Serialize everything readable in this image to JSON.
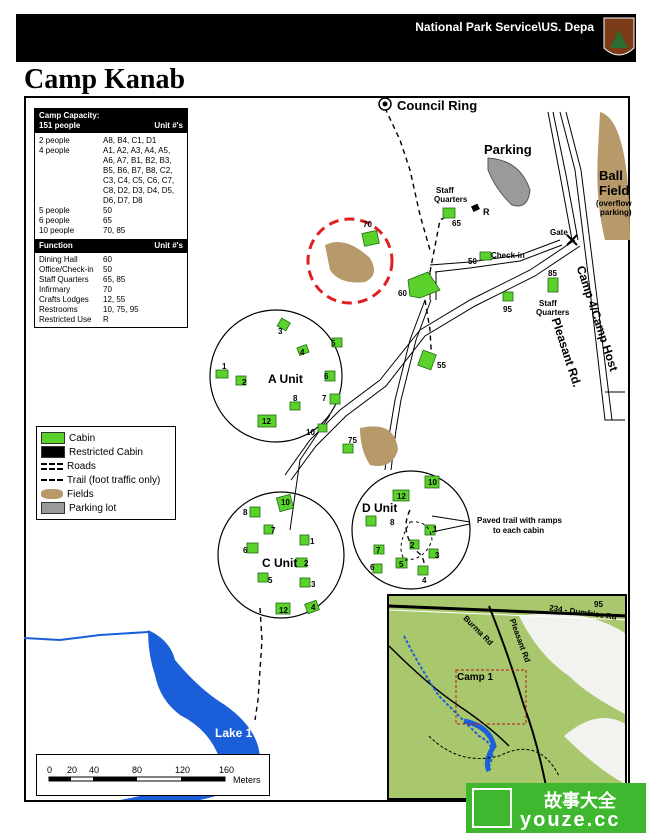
{
  "header": {
    "agency": "National Park Service\\US. Depa"
  },
  "title": "Camp Kanab",
  "capacity_table": {
    "header_left": "Camp Capacity:",
    "header_left2": "151 people",
    "header_right": "Unit #'s",
    "rows": [
      {
        "label": "2 people",
        "units": "A8, B4, C1, D1"
      },
      {
        "label": "4 people",
        "units": "A1, A2, A3, A4, A5, A6, A7, B1, B2, B3, B5, B6, B7, B8, C2, C3, C4, C5, C6, C7, C8, D2, D3, D4, D5, D6, D7, D8"
      },
      {
        "label": "5 people",
        "units": "50"
      },
      {
        "label": "6 people",
        "units": "65"
      },
      {
        "label": "10 people",
        "units": "70, 85"
      }
    ],
    "function_header": "Function",
    "function_units_header": "Unit #'s",
    "functions": [
      {
        "label": "Dining Hall",
        "units": "60"
      },
      {
        "label": "Office/Check-in",
        "units": "50"
      },
      {
        "label": "Staff Quarters",
        "units": "65, 85"
      },
      {
        "label": "Infirmary",
        "units": "70"
      },
      {
        "label": "Crafts Lodges",
        "units": "12, 55"
      },
      {
        "label": "Restrooms",
        "units": "10, 75, 95"
      },
      {
        "label": "Restricted Use",
        "units": "R"
      }
    ]
  },
  "legend": [
    {
      "label": "Cabin",
      "icon": "cabin-swatch",
      "color": "#5bd12c"
    },
    {
      "label": "Restricted Cabin",
      "icon": "restricted-swatch",
      "color": "#000000"
    },
    {
      "label": "Roads",
      "icon": "road-swatch"
    },
    {
      "label": "Trail (foot traffic only)",
      "icon": "trail-swatch"
    },
    {
      "label": "Fields",
      "icon": "field-swatch",
      "color": "#b89a6a"
    },
    {
      "label": "Parking lot",
      "icon": "parking-swatch",
      "color": "#9a9a9a"
    }
  ],
  "map_labels": {
    "council_ring": "Council Ring",
    "parking": "Parking",
    "ball_field": "Ball",
    "ball_field2": "Field",
    "overflow": "(overflow",
    "overflow2": "parking)",
    "staff_quarters_a": "Staff",
    "staff_quarters_a2": "Quarters",
    "staff_quarters_b": "Staff",
    "staff_quarters_b2": "Quarters",
    "check_in": "Check-in",
    "gate": "Gate",
    "pleasant_rd": "Pleasant Rd.",
    "camp4": "Camp 4/Camp Host",
    "a_unit": "A Unit",
    "c_unit": "C Unit",
    "d_unit": "D Unit",
    "paved_trail": "Paved trail with ramps",
    "paved_trail2": "to each cabin",
    "lake": "Lake 1",
    "r_label": "R"
  },
  "scale": {
    "ticks": [
      "0",
      "20",
      "40",
      "80",
      "120",
      "160"
    ],
    "unit": "Meters"
  },
  "inset": {
    "label": "Camp 1",
    "road1": "Burma Rd",
    "road2": "Pleasant Rd",
    "road3": "234 - Dumfries Rd",
    "route": "95"
  },
  "watermark": {
    "line1": "故事大全",
    "line2": "youze.cc"
  },
  "colors": {
    "cabin": "#5bd12c",
    "field": "#b89a6a",
    "lake": "#1a5fd9",
    "highlight": "#e02020",
    "inset_bg": "#a9c76c"
  }
}
